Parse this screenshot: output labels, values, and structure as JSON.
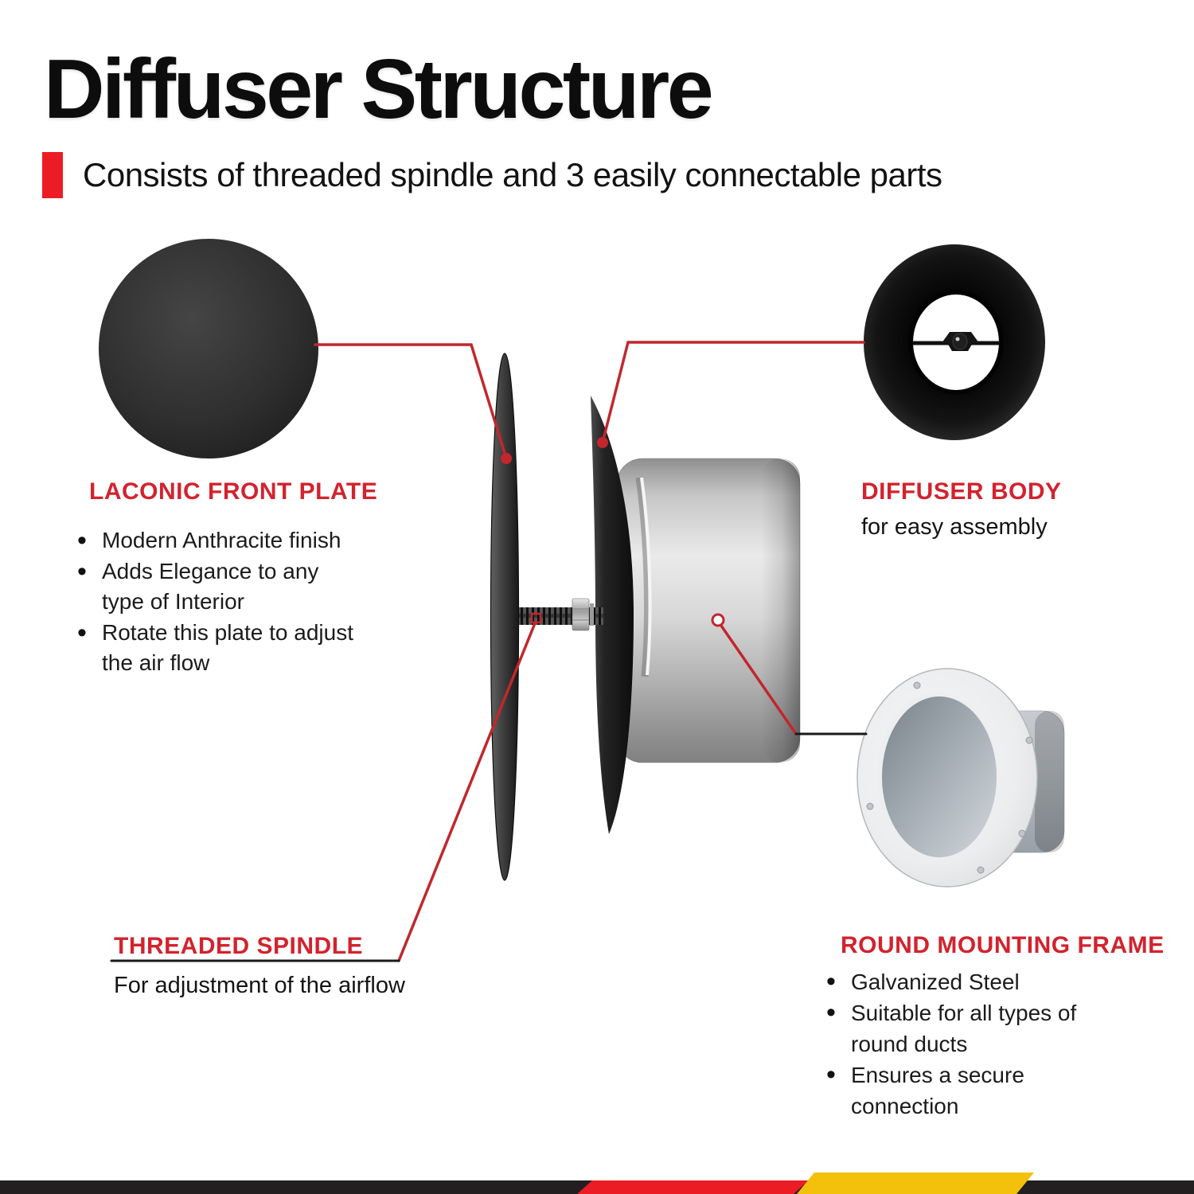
{
  "header": {
    "title": "Diffuser Structure",
    "subtitle": "Consists of threaded spindle and 3 easily connectable parts"
  },
  "features": {
    "front_plate": {
      "heading": "LACONIC FRONT PLATE",
      "bullets": [
        "Modern Anthracite finish",
        "Adds Elegance to any\ntype of Interior",
        "Rotate this plate to adjust\nthe air flow"
      ]
    },
    "diffuser_body": {
      "heading": "DIFFUSER BODY",
      "description": "for easy assembly"
    },
    "threaded_spindle": {
      "heading": "THREADED SPINDLE",
      "description": "For adjustment of the airflow"
    },
    "mounting_frame": {
      "heading": "ROUND MOUNTING FRAME",
      "bullets": [
        "Galvanized Steel",
        "Suitable for all types of\nround ducts",
        "Ensures a secure\nconnection"
      ]
    }
  },
  "colors": {
    "heading_red": "#d2232e",
    "callout_red": "#c1272d",
    "accent_red": "#ec1c24",
    "stripe_yellow": "#f3c00c",
    "footer_black": "#231f20"
  }
}
